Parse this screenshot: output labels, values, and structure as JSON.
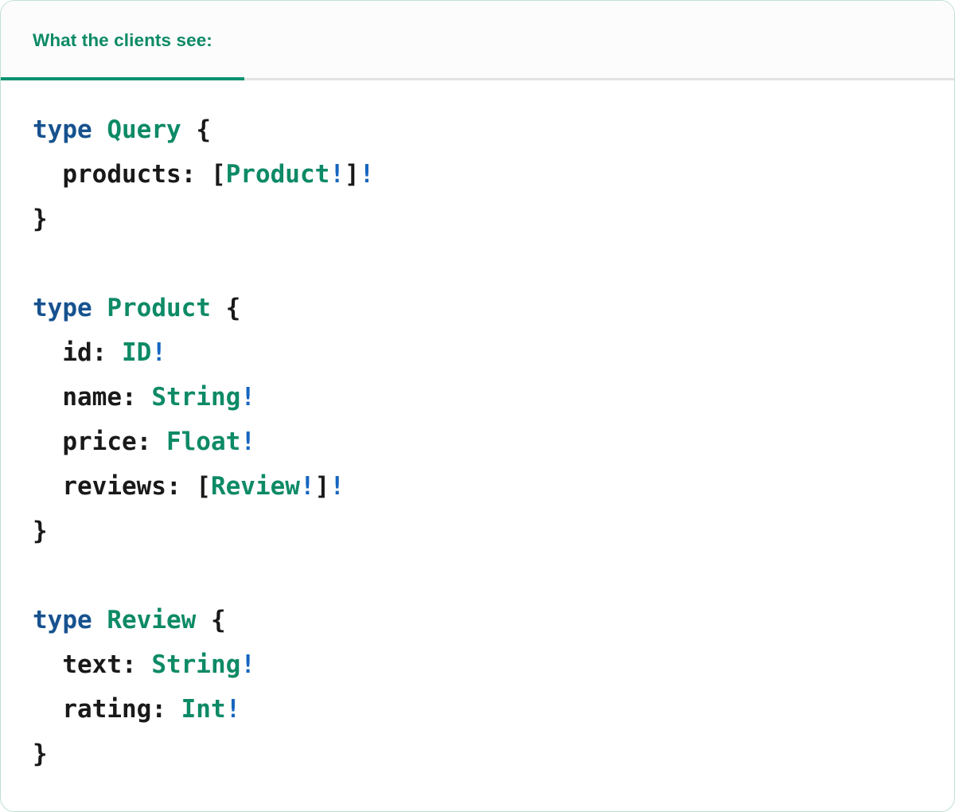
{
  "card": {
    "border_color": "#bfe0cf",
    "background": "#ffffff"
  },
  "header": {
    "tab_label": "What the clients see:",
    "tab_active": true,
    "accent_color": "#0a9171",
    "title_color": "#0d8a66",
    "background": "#fcfcfc",
    "divider_color": "#e3e3e3"
  },
  "code": {
    "language": "graphql",
    "palette": {
      "keyword": "#17528f",
      "type": "#0d8a66",
      "non_null": "#1565c0",
      "punctuation": "#191919",
      "field": "#191919",
      "background": "#ffffff"
    },
    "text": "type Query {\n  products: [Product!]!\n}\n\ntype Product {\n  id: ID!\n  name: String!\n  price: Float!\n  reviews: [Review!]!\n}\n\ntype Review {\n  text: String!\n  rating: Int!\n}",
    "lines": [
      {
        "tokens": [
          {
            "t": "type",
            "c": "kw"
          },
          {
            "t": " ",
            "c": "pun"
          },
          {
            "t": "Query",
            "c": "type"
          },
          {
            "t": " ",
            "c": "pun"
          },
          {
            "t": "{",
            "c": "pun"
          }
        ]
      },
      {
        "tokens": [
          {
            "t": "  products",
            "c": "fld"
          },
          {
            "t": ": ",
            "c": "pun"
          },
          {
            "t": "[",
            "c": "pun"
          },
          {
            "t": "Product",
            "c": "type"
          },
          {
            "t": "!",
            "c": "bang"
          },
          {
            "t": "]",
            "c": "pun"
          },
          {
            "t": "!",
            "c": "bang"
          }
        ]
      },
      {
        "tokens": [
          {
            "t": "}",
            "c": "pun"
          }
        ]
      },
      {
        "tokens": []
      },
      {
        "tokens": [
          {
            "t": "type",
            "c": "kw"
          },
          {
            "t": " ",
            "c": "pun"
          },
          {
            "t": "Product",
            "c": "type"
          },
          {
            "t": " ",
            "c": "pun"
          },
          {
            "t": "{",
            "c": "pun"
          }
        ]
      },
      {
        "tokens": [
          {
            "t": "  id",
            "c": "fld"
          },
          {
            "t": ": ",
            "c": "pun"
          },
          {
            "t": "ID",
            "c": "type"
          },
          {
            "t": "!",
            "c": "bang"
          }
        ]
      },
      {
        "tokens": [
          {
            "t": "  name",
            "c": "fld"
          },
          {
            "t": ": ",
            "c": "pun"
          },
          {
            "t": "String",
            "c": "type"
          },
          {
            "t": "!",
            "c": "bang"
          }
        ]
      },
      {
        "tokens": [
          {
            "t": "  price",
            "c": "fld"
          },
          {
            "t": ": ",
            "c": "pun"
          },
          {
            "t": "Float",
            "c": "type"
          },
          {
            "t": "!",
            "c": "bang"
          }
        ]
      },
      {
        "tokens": [
          {
            "t": "  reviews",
            "c": "fld"
          },
          {
            "t": ": ",
            "c": "pun"
          },
          {
            "t": "[",
            "c": "pun"
          },
          {
            "t": "Review",
            "c": "type"
          },
          {
            "t": "!",
            "c": "bang"
          },
          {
            "t": "]",
            "c": "pun"
          },
          {
            "t": "!",
            "c": "bang"
          }
        ]
      },
      {
        "tokens": [
          {
            "t": "}",
            "c": "pun"
          }
        ]
      },
      {
        "tokens": []
      },
      {
        "tokens": [
          {
            "t": "type",
            "c": "kw"
          },
          {
            "t": " ",
            "c": "pun"
          },
          {
            "t": "Review",
            "c": "type"
          },
          {
            "t": " ",
            "c": "pun"
          },
          {
            "t": "{",
            "c": "pun"
          }
        ]
      },
      {
        "tokens": [
          {
            "t": "  text",
            "c": "fld"
          },
          {
            "t": ": ",
            "c": "pun"
          },
          {
            "t": "String",
            "c": "type"
          },
          {
            "t": "!",
            "c": "bang"
          }
        ]
      },
      {
        "tokens": [
          {
            "t": "  rating",
            "c": "fld"
          },
          {
            "t": ": ",
            "c": "pun"
          },
          {
            "t": "Int",
            "c": "type"
          },
          {
            "t": "!",
            "c": "bang"
          }
        ]
      },
      {
        "tokens": [
          {
            "t": "}",
            "c": "pun"
          }
        ]
      }
    ]
  }
}
